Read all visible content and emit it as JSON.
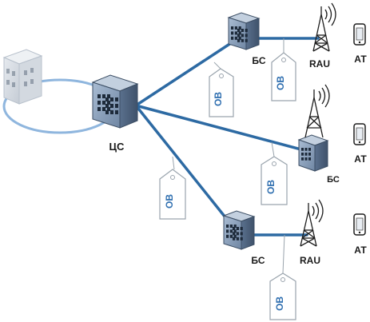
{
  "nodes": {
    "central_station": {
      "label": "ЦС"
    },
    "base_station_top": {
      "label": "БС"
    },
    "base_station_mid": {
      "label": "БС"
    },
    "base_station_bottom": {
      "label": "БС"
    },
    "rau_top": {
      "label": "RAU"
    },
    "rau_bottom": {
      "label": "RAU"
    },
    "terminal_top": {
      "label": "АТ"
    },
    "terminal_mid": {
      "label": "АТ"
    },
    "terminal_bottom": {
      "label": "АТ"
    }
  },
  "fiber_tags": {
    "tag_1": {
      "label": "ОВ"
    },
    "tag_2": {
      "label": "ОВ"
    },
    "tag_3": {
      "label": "ОВ"
    },
    "tag_4": {
      "label": "ОВ"
    },
    "tag_5": {
      "label": "ОВ"
    }
  },
  "colors": {
    "link": "#2d6aa3",
    "ring": "#8fb6de",
    "building_face": "#8ea2bb",
    "building_side": "#5d7390",
    "building_roof": "#b9c8da",
    "tag_border": "#9aa4ad",
    "tag_text": "#2f6fb0"
  }
}
